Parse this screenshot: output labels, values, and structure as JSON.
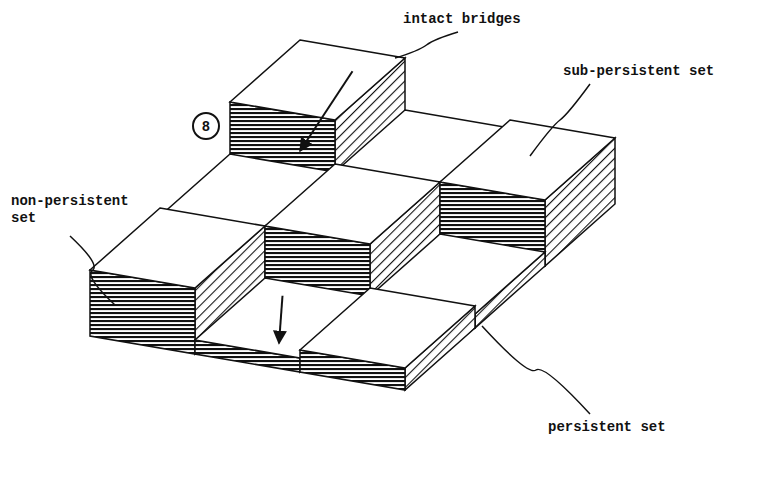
{
  "diagram": {
    "nodes": [
      {
        "text": [
          "8"
        ]
      }
    ],
    "labels": [
      "intact bridges",
      "sub-persistent set",
      "non-persistent set",
      "persistent set"
    ]
  }
}
